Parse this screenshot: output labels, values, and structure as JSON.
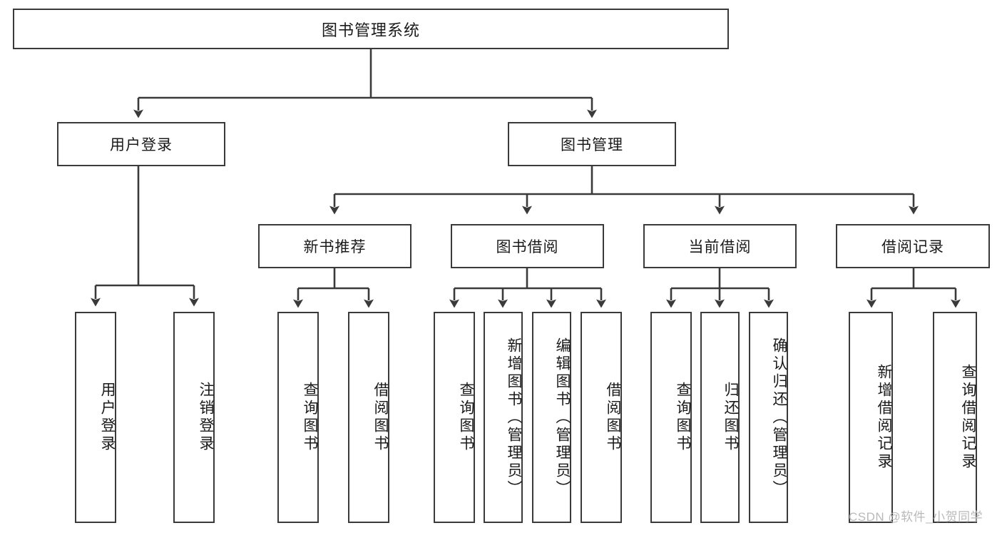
{
  "diagram": {
    "type": "tree-hierarchy",
    "title": "图书管理系统",
    "orientation": "top-down",
    "colors": {
      "box_border": "#3a3a3a",
      "box_fill": "#ffffff",
      "connector": "#3a3a3a",
      "text": "#1a1a1a",
      "watermark": "#b9b9b9"
    },
    "levels": {
      "level1": [
        {
          "id": "root",
          "label": "图书管理系统"
        }
      ],
      "level2": [
        {
          "id": "user-login",
          "label": "用户登录"
        },
        {
          "id": "book-manage",
          "label": "图书管理"
        }
      ],
      "level3": [
        {
          "id": "new-book-rec",
          "label": "新书推荐"
        },
        {
          "id": "book-borrow",
          "label": "图书借阅"
        },
        {
          "id": "current-borrow",
          "label": "当前借阅"
        },
        {
          "id": "borrow-record",
          "label": "借阅记录"
        }
      ],
      "level4": [
        {
          "id": "leaf-user-login",
          "parent": "user-login",
          "label": "用户登录"
        },
        {
          "id": "leaf-logout-login",
          "parent": "user-login",
          "label": "注销登录"
        },
        {
          "id": "leaf-query-book-1",
          "parent": "new-book-rec",
          "label": "查询图书"
        },
        {
          "id": "leaf-borrow-book-1",
          "parent": "new-book-rec",
          "label": "借阅图书"
        },
        {
          "id": "leaf-query-book-2",
          "parent": "book-borrow",
          "label": "查询图书"
        },
        {
          "id": "leaf-add-book",
          "parent": "book-borrow",
          "label": "新增图书（管理员）"
        },
        {
          "id": "leaf-edit-book",
          "parent": "book-borrow",
          "label": "编辑图书（管理员）"
        },
        {
          "id": "leaf-borrow-book-2",
          "parent": "book-borrow",
          "label": "借阅图书"
        },
        {
          "id": "leaf-query-book-3",
          "parent": "current-borrow",
          "label": "查询图书"
        },
        {
          "id": "leaf-return-book",
          "parent": "current-borrow",
          "label": "归还图书"
        },
        {
          "id": "leaf-confirm-return",
          "parent": "current-borrow",
          "label": "确认归还（管理员）"
        },
        {
          "id": "leaf-add-record",
          "parent": "borrow-record",
          "label": "新增借阅记录"
        },
        {
          "id": "leaf-query-record",
          "parent": "borrow-record",
          "label": "查询借阅记录"
        }
      ]
    }
  },
  "watermark": {
    "text": "CSDN @软件_小贺同学"
  }
}
